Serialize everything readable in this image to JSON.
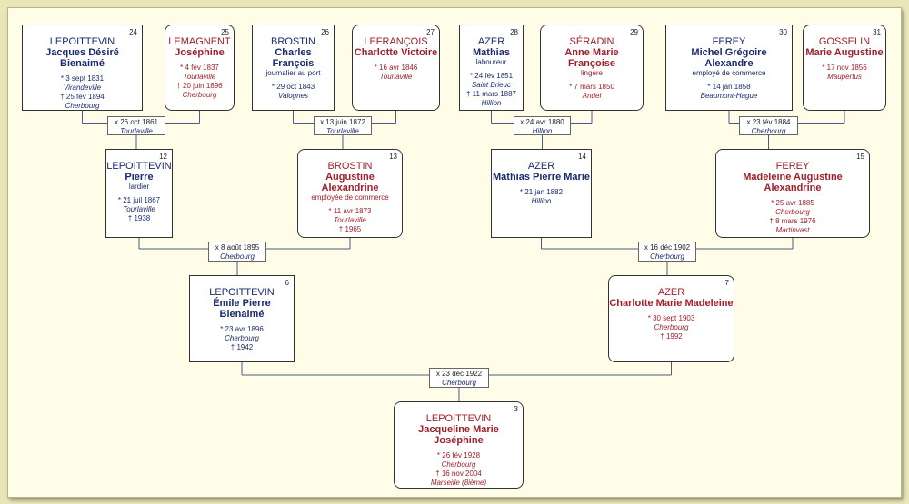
{
  "people": [
    {
      "num": "24",
      "surname": "LEPOITTEVIN",
      "given": "Jacques Désiré Bienaimé",
      "occupation": "",
      "events": [
        {
          "text": "* 3 sept 1831",
          "place": "Virandeville"
        },
        {
          "text": "† 25 fév 1894",
          "place": "Cherbourg"
        }
      ],
      "sex": "m"
    },
    {
      "num": "25",
      "surname": "LEMAGNENT",
      "given": "Joséphine",
      "occupation": "",
      "events": [
        {
          "text": "* 4 fév 1837",
          "place": "Tourlaville"
        },
        {
          "text": "† 20 juin 1896",
          "place": "Cherbourg"
        }
      ],
      "sex": "f"
    },
    {
      "num": "26",
      "surname": "BROSTIN",
      "given": "Charles François",
      "occupation": "journalier au port",
      "events": [
        {
          "text": "* 29 oct 1843",
          "place": "Valognes"
        }
      ],
      "sex": "m"
    },
    {
      "num": "27",
      "surname": "LEFRANÇOIS",
      "given": "Charlotte Victoire",
      "occupation": "",
      "events": [
        {
          "text": "* 16 avr 1846",
          "place": "Tourlaville"
        }
      ],
      "sex": "f"
    },
    {
      "num": "28",
      "surname": "AZER",
      "given": "Mathias",
      "occupation": "laboureur",
      "events": [
        {
          "text": "* 24 fév 1851",
          "place": "Saint Brieuc"
        },
        {
          "text": "† 11 mars 1887",
          "place": "Hillion"
        }
      ],
      "sex": "m"
    },
    {
      "num": "29",
      "surname": "SÉRADIN",
      "given": "Anne Marie Françoise",
      "occupation": "lingère",
      "events": [
        {
          "text": "* 7 mars 1850",
          "place": "Andel"
        }
      ],
      "sex": "f"
    },
    {
      "num": "30",
      "surname": "FEREY",
      "given": "Michel Grégoire Alexandre",
      "occupation": "employé de commerce",
      "events": [
        {
          "text": "* 14 jan 1858",
          "place": "Beaumont-Hague"
        }
      ],
      "sex": "m"
    },
    {
      "num": "31",
      "surname": "GOSSELIN",
      "given": "Marie Augustine",
      "occupation": "",
      "events": [
        {
          "text": "* 17 nov 1856",
          "place": "Maupertus"
        }
      ],
      "sex": "f"
    },
    {
      "num": "12",
      "surname": "LEPOITTEVIN",
      "given": "Pierre",
      "occupation": "lardier",
      "events": [
        {
          "text": "* 21 juil 1867",
          "place": "Tourlaville"
        },
        {
          "text": "† 1938",
          "place": ""
        }
      ],
      "sex": "m"
    },
    {
      "num": "13",
      "surname": "BROSTIN",
      "given": "Augustine Alexandrine",
      "occupation": "employée de commerce",
      "events": [
        {
          "text": "* 11 avr 1873",
          "place": "Tourlaville"
        },
        {
          "text": "† 1965",
          "place": ""
        }
      ],
      "sex": "f"
    },
    {
      "num": "14",
      "surname": "AZER",
      "given": "Mathias Pierre Marie",
      "occupation": "",
      "events": [
        {
          "text": "* 21 jan 1882",
          "place": "Hillion"
        }
      ],
      "sex": "m"
    },
    {
      "num": "15",
      "surname": "FEREY",
      "given": "Madeleine Augustine Alexandrine",
      "occupation": "",
      "events": [
        {
          "text": "* 25 avr 1885",
          "place": "Cherbourg"
        },
        {
          "text": "† 8 mars 1976",
          "place": "Martinvast"
        }
      ],
      "sex": "f"
    },
    {
      "num": "6",
      "surname": "LEPOITTEVIN",
      "given": "Émile Pierre Bienaimé",
      "occupation": "",
      "events": [
        {
          "text": "* 23 avr 1896",
          "place": "Cherbourg"
        },
        {
          "text": "† 1942",
          "place": ""
        }
      ],
      "sex": "m"
    },
    {
      "num": "7",
      "surname": "AZER",
      "given": "Charlotte Marie Madeleine",
      "occupation": "",
      "events": [
        {
          "text": "* 30 sept 1903",
          "place": "Cherbourg"
        },
        {
          "text": "† 1992",
          "place": ""
        }
      ],
      "sex": "f"
    },
    {
      "num": "3",
      "surname": "LEPOITTEVIN",
      "given": "Jacqueline Marie Joséphine",
      "occupation": "",
      "events": [
        {
          "text": "* 26 fév 1928",
          "place": "Cherbourg"
        },
        {
          "text": "† 16 nov 2004",
          "place": "Marseille (8ième)"
        }
      ],
      "sex": "f"
    }
  ],
  "marriages": [
    {
      "date": "x 26 oct 1861",
      "place": "Tourlaville"
    },
    {
      "date": "x 13 juin 1872",
      "place": "Tourlaville"
    },
    {
      "date": "x 24 avr 1880",
      "place": "Hillion"
    },
    {
      "date": "x 23 fév 1884",
      "place": "Cherbourg"
    },
    {
      "date": "x 8 août 1895",
      "place": "Cherbourg"
    },
    {
      "date": "x 16 déc 1902",
      "place": "Cherbourg"
    },
    {
      "date": "x 23 déc 1922",
      "place": "Cherbourg"
    }
  ]
}
